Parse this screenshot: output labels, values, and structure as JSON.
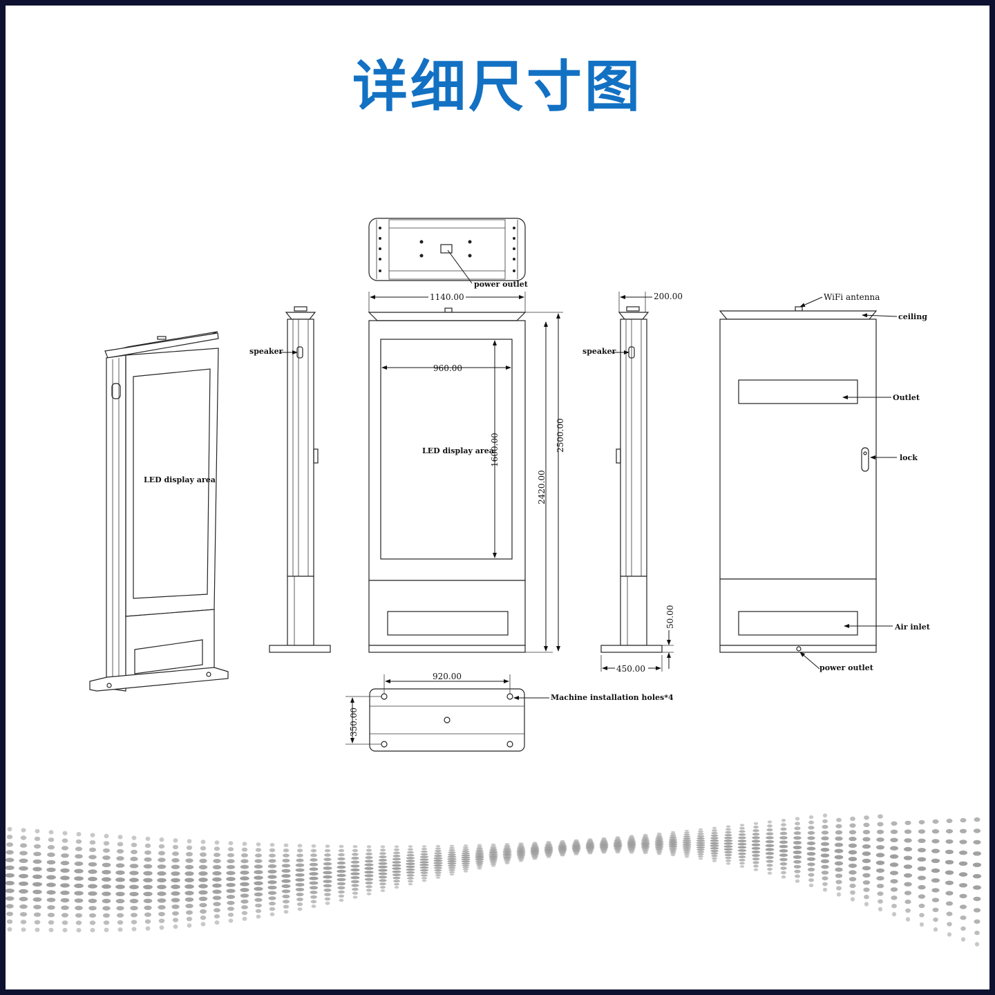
{
  "title": "详细尺寸图",
  "labels": {
    "power_outlet_top": "power outlet",
    "speaker_side": "speaker",
    "led_display_area_perspective": "LED display area",
    "led_display_area_front": "LED display area",
    "speaker_side2": "speaker",
    "wifi_antenna": "WiFi antenna",
    "ceiling": "ceiling",
    "outlet": "Outlet",
    "lock": "lock",
    "air_inlet": "Air inlet",
    "power_outlet_back": "power outlet",
    "machine_holes": "Machine installation holes*4"
  },
  "dimensions": {
    "overall_width": "1140.00",
    "screen_width": "960.00",
    "screen_height": "1600.00",
    "overall_height": "2500.00",
    "cabinet_height": "2420.00",
    "depth_top": "200.00",
    "base_height": "50.00",
    "base_depth": "450.00",
    "hole_spacing_x": "920.00",
    "hole_spacing_y": "350.00"
  },
  "colors": {
    "frame": "#0e1230",
    "title": "#1371c3",
    "wave": "#9a9a9a"
  }
}
